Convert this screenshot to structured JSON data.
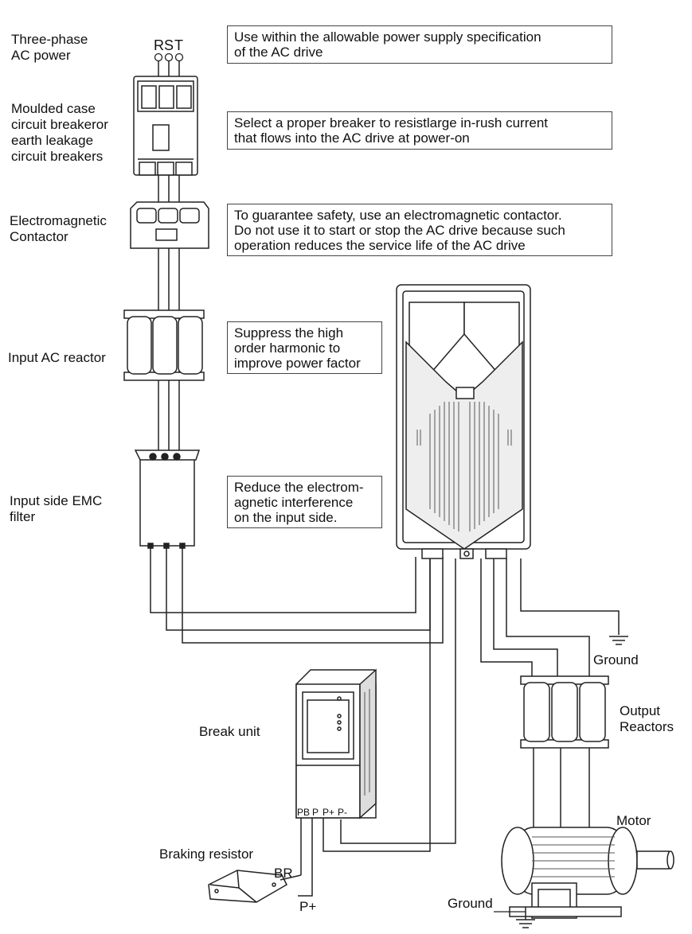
{
  "components": {
    "power": "Three-phase\nAC power",
    "phase_r": "R",
    "phase_s": "S",
    "phase_t": "T",
    "breaker": "Moulded case\ncircuit breakeror\nearth leakage\ncircuit  breakers",
    "contactor": "Electromagnetic\nContactor",
    "ac_reactor": "Input AC reactor",
    "emc_filter": "Input side EMC\nfilter",
    "ground_top": "Ground",
    "output_reactors": "Output\nReactors",
    "motor": "Motor",
    "break_unit": "Break unit",
    "braking_resistor": "Braking resistor",
    "br": "BR",
    "p_plus_bottom": "P+",
    "ground_bottom": "Ground",
    "term_pb": "PB",
    "term_p": "P",
    "term_pplus": "P+",
    "term_pminus": "P-"
  },
  "notes": {
    "power_note": "Use within the allowable power supply specification\nof the AC drive",
    "breaker_note": "Select a proper breaker to resistlarge in-rush current\nthat flows into the AC drive at power-on",
    "contactor_note": "To guarantee safety, use an electromagnetic contactor.\nDo not use it to start or stop the AC drive because such\noperation reduces the service life of the AC drive",
    "reactor_note": "Suppress the high\norder harmonic to\nimprove power factor",
    "emc_note": "Reduce the electrom-\nagnetic interference\non the input side."
  }
}
